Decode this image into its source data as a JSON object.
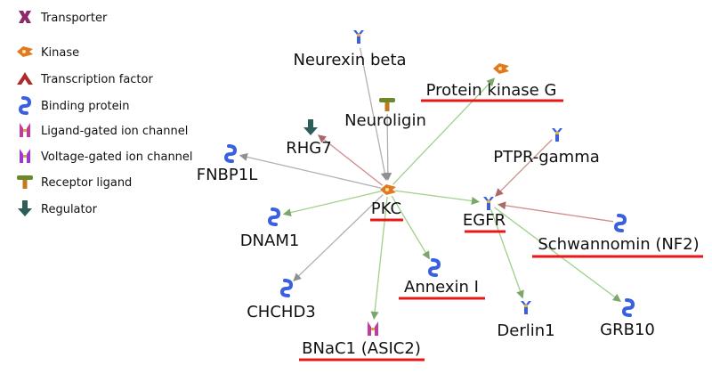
{
  "legend": [
    {
      "id": "transporter",
      "label": "Transporter",
      "icon": "transporter-icon",
      "color": "#8a2a6a"
    },
    {
      "id": "kinase",
      "label": "Kinase",
      "icon": "kinase-icon",
      "color": "#e07a20"
    },
    {
      "id": "transcription-factor",
      "label": "Transcription factor",
      "icon": "transcription-factor-icon",
      "color": "#b02a2a"
    },
    {
      "id": "binding-protein",
      "label": "Binding protein",
      "icon": "binding-protein-icon",
      "color": "#3a5fe0"
    },
    {
      "id": "ligand-gated-ion-channel",
      "label": "Ligand-gated ion channel",
      "icon": "ligand-gated-ion-channel-icon",
      "color": "#c03aa0"
    },
    {
      "id": "voltage-gated-ion-channel",
      "label": "Voltage-gated ion channel",
      "icon": "voltage-gated-ion-channel-icon",
      "color": "#9a3ad0"
    },
    {
      "id": "receptor-ligand",
      "label": "Receptor ligand",
      "icon": "receptor-ligand-icon",
      "color": "#6a8a2a"
    },
    {
      "id": "regulator",
      "label": "Regulator",
      "icon": "regulator-icon",
      "color": "#2e5e5a"
    }
  ],
  "nodes": [
    {
      "id": "pkc",
      "label": "PKC",
      "type": "kinase",
      "highlighted": true
    },
    {
      "id": "egfr",
      "label": "EGFR",
      "type": "receptor",
      "highlighted": true
    },
    {
      "id": "neurexin-beta",
      "label": "Neurexin beta",
      "type": "receptor",
      "highlighted": false
    },
    {
      "id": "protein-kinase-g",
      "label": "Protein kinase G",
      "type": "kinase",
      "highlighted": true
    },
    {
      "id": "neuroligin",
      "label": "Neuroligin",
      "type": "receptor-ligand",
      "highlighted": false
    },
    {
      "id": "rhg7",
      "label": "RHG7",
      "type": "regulator",
      "highlighted": false
    },
    {
      "id": "fnbp1l",
      "label": "FNBP1L",
      "type": "binding-protein",
      "highlighted": false
    },
    {
      "id": "ptpr-gamma",
      "label": "PTPR-gamma",
      "type": "receptor",
      "highlighted": false
    },
    {
      "id": "dnam1",
      "label": "DNAM1",
      "type": "binding-protein",
      "highlighted": false
    },
    {
      "id": "schwannomin",
      "label": "Schwannomin (NF2)",
      "type": "binding-protein",
      "highlighted": true
    },
    {
      "id": "annexin-i",
      "label": "Annexin I",
      "type": "binding-protein",
      "highlighted": true
    },
    {
      "id": "chchd3",
      "label": "CHCHD3",
      "type": "binding-protein",
      "highlighted": false
    },
    {
      "id": "bnac1",
      "label": "BNaC1 (ASIC2)",
      "type": "ligand-gated-ion-channel",
      "highlighted": true
    },
    {
      "id": "derlin1",
      "label": "Derlin1",
      "type": "receptor",
      "highlighted": false
    },
    {
      "id": "grb10",
      "label": "GRB10",
      "type": "binding-protein",
      "highlighted": false
    }
  ],
  "edges": [
    {
      "from": "neurexin-beta",
      "to": "pkc",
      "kind": "neutral"
    },
    {
      "from": "neuroligin",
      "to": "pkc",
      "kind": "neutral"
    },
    {
      "from": "pkc",
      "to": "protein-kinase-g",
      "kind": "activation"
    },
    {
      "from": "pkc",
      "to": "rhg7",
      "kind": "inhibition"
    },
    {
      "from": "pkc",
      "to": "fnbp1l",
      "kind": "neutral"
    },
    {
      "from": "pkc",
      "to": "dnam1",
      "kind": "activation"
    },
    {
      "from": "pkc",
      "to": "chchd3",
      "kind": "neutral"
    },
    {
      "from": "pkc",
      "to": "bnac1",
      "kind": "activation"
    },
    {
      "from": "pkc",
      "to": "annexin-i",
      "kind": "activation"
    },
    {
      "from": "pkc",
      "to": "egfr",
      "kind": "activation"
    },
    {
      "from": "ptpr-gamma",
      "to": "egfr",
      "kind": "inhibition"
    },
    {
      "from": "schwannomin",
      "to": "egfr",
      "kind": "inhibition"
    },
    {
      "from": "egfr",
      "to": "derlin1",
      "kind": "activation"
    },
    {
      "from": "egfr",
      "to": "grb10",
      "kind": "activation"
    }
  ],
  "colors": {
    "activation": "#9fd08a",
    "inhibition": "#d08a8a",
    "neutral": "#b0b0b0",
    "underline": "#e81818"
  }
}
